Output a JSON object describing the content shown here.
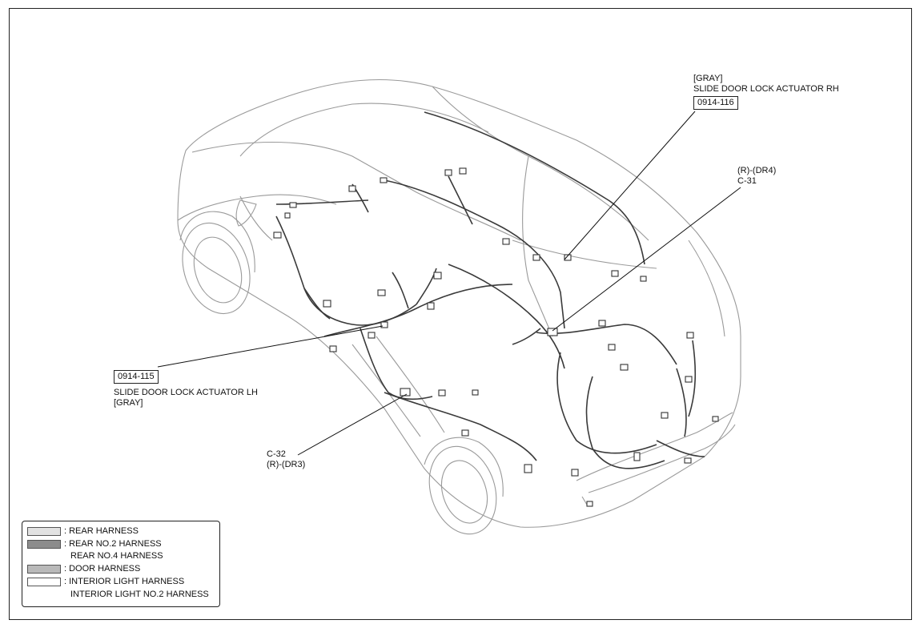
{
  "callouts": {
    "rh_color": "[GRAY]",
    "rh_name": "SLIDE DOOR LOCK ACTUATOR RH",
    "rh_code": "0914-116",
    "c31_conn": "(R)-(DR4)",
    "c31_id": "C-31",
    "lh_code": "0914-115",
    "lh_name": "SLIDE DOOR LOCK ACTUATOR LH",
    "lh_color": "[GRAY]",
    "c32_id": "C-32",
    "c32_conn": "(R)-(DR3)"
  },
  "legend": {
    "rows": [
      {
        "text": ": REAR HARNESS",
        "swatch_color": "#e2e2e2"
      },
      {
        "text": ": REAR NO.2 HARNESS",
        "swatch_color": "#8c8c8c"
      },
      {
        "text": "REAR NO.4 HARNESS",
        "swatch_color": ""
      },
      {
        "text": ": DOOR HARNESS",
        "swatch_color": "#b9b9b9"
      },
      {
        "text": ": INTERIOR LIGHT HARNESS",
        "swatch_color": "#ffffff"
      },
      {
        "text": "INTERIOR LIGHT NO.2 HARNESS",
        "swatch_color": ""
      }
    ]
  }
}
